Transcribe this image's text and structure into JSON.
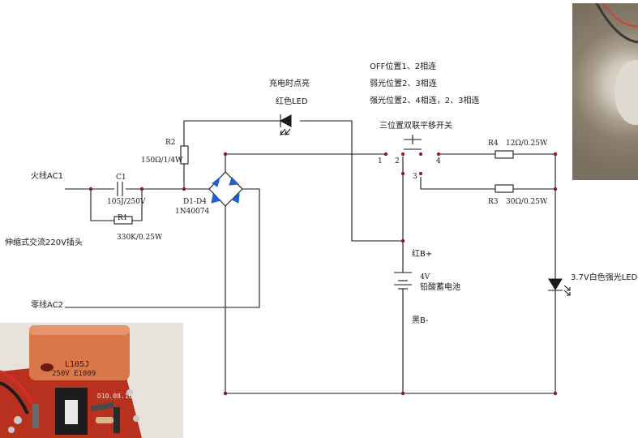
{
  "diagram": {
    "charge_led_caption": "充电时点亮",
    "charge_led_label": "红色LED",
    "r2_name": "R2",
    "r2_value": "150Ω/1/4W",
    "ac1_label": "火线AC1",
    "c1_name": "C1",
    "c1_value": "105J/250V",
    "r1_name": "R1",
    "r1_value": "330K/0.25W",
    "bridge_name": "D1-D4",
    "bridge_part": "1N40074",
    "plug_label": "伸缩式交流220V插头",
    "ac2_label": "零线AC2",
    "switch_note_1": "OFF位置1、2相连",
    "switch_note_2": "弱光位置2、3相连",
    "switch_note_3": "强光位置2、4相连，2、3相连",
    "switch_title": "三位置双联平移开关",
    "pin1": "1",
    "pin2": "2",
    "pin3": "3",
    "pin4": "4",
    "r4_name": "R4",
    "r4_value": "12Ω/0.25W",
    "r3_name": "R3",
    "r3_value": "30Ω/0.25W",
    "batt_pos": "红B+",
    "batt_voltage": "4V",
    "batt_type": "铅酸蓄电池",
    "batt_neg": "黑B-",
    "white_led_label": "3.7V白色强光LED"
  },
  "photo_pcb": {
    "capacitor_marking_1": "L105J",
    "capacitor_marking_2": "250V  E1009",
    "board_marking": "D10.08.16"
  },
  "colors": {
    "wire": "#1a1a1a",
    "junction": "#8b1a1a",
    "diode_fill": "#1f5fd0",
    "pcb_red": "#b8311f",
    "capacitor_orange": "#d9764a"
  }
}
